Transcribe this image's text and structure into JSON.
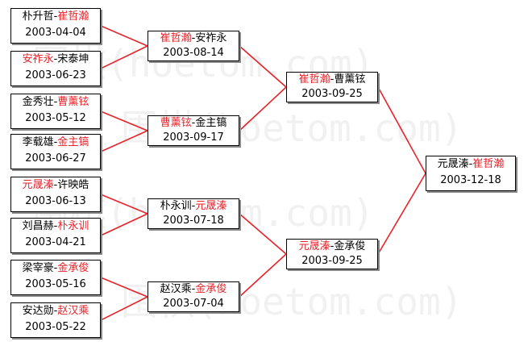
{
  "watermark": "围棋(hoetom.com)",
  "colors": {
    "winner": "#e8232a",
    "connector": "#e8232a",
    "text": "#000000"
  },
  "bracket": {
    "round1": [
      {
        "p1": "朴升哲",
        "p2": "崔哲瀚",
        "winner": 2,
        "date": "2003-04-04"
      },
      {
        "p1": "安祚永",
        "p2": "宋泰坤",
        "winner": 1,
        "date": "2003-06-23"
      },
      {
        "p1": "金秀壮",
        "p2": "曹薰铉",
        "winner": 2,
        "date": "2003-05-12"
      },
      {
        "p1": "李载雄",
        "p2": "金主镐",
        "winner": 2,
        "date": "2003-06-27"
      },
      {
        "p1": "元晟溱",
        "p2": "许映皓",
        "winner": 1,
        "date": "2003-06-13"
      },
      {
        "p1": "刘昌赫",
        "p2": "朴永训",
        "winner": 2,
        "date": "2003-04-21"
      },
      {
        "p1": "梁宰豪",
        "p2": "金承俊",
        "winner": 2,
        "date": "2003-05-16"
      },
      {
        "p1": "安达勋",
        "p2": "赵汉乘",
        "winner": 2,
        "date": "2003-05-22"
      }
    ],
    "round2": [
      {
        "p1": "崔哲瀚",
        "p2": "安祚永",
        "winner": 1,
        "date": "2003-08-14"
      },
      {
        "p1": "曹薰铉",
        "p2": "金主镐",
        "winner": 1,
        "date": "2003-09-17"
      },
      {
        "p1": "朴永训",
        "p2": "元晟溱",
        "winner": 2,
        "date": "2003-07-18"
      },
      {
        "p1": "赵汉乘",
        "p2": "金承俊",
        "winner": 2,
        "date": "2003-07-04"
      }
    ],
    "round3": [
      {
        "p1": "崔哲瀚",
        "p2": "曹薰铉",
        "winner": 1,
        "date": "2003-09-25"
      },
      {
        "p1": "元晟溱",
        "p2": "金承俊",
        "winner": 1,
        "date": "2003-09-25"
      }
    ],
    "final": [
      {
        "p1": "元晟溱",
        "p2": "崔哲瀚",
        "winner": 2,
        "date": "2003-12-18"
      }
    ]
  }
}
